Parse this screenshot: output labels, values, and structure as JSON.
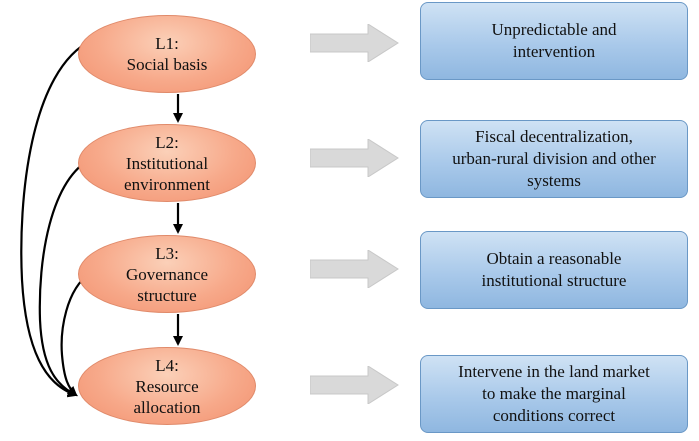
{
  "levels": [
    {
      "code": "L1:",
      "name": "Social basis"
    },
    {
      "code": "L2:",
      "name_lines": [
        "Institutional",
        "environment"
      ]
    },
    {
      "code": "L3:",
      "name_lines": [
        "Governance",
        "structure"
      ]
    },
    {
      "code": "L4:",
      "name_lines": [
        "Resource",
        "allocation"
      ]
    }
  ],
  "descriptions": [
    {
      "lines": [
        "Unpredictable and",
        "intervention"
      ]
    },
    {
      "lines": [
        "Fiscal decentralization,",
        "urban-rural division and other",
        "systems"
      ]
    },
    {
      "lines": [
        "Obtain a reasonable",
        "institutional structure"
      ]
    },
    {
      "lines": [
        "Intervene in the land market",
        "to make the marginal",
        "conditions correct"
      ]
    }
  ],
  "colors": {
    "level_fill": "#f7a98a",
    "description_fill": "#a9c9ea",
    "description_border": "#6a98c6",
    "arrow_fill": "#d9d9d9",
    "connector": "#000000"
  }
}
